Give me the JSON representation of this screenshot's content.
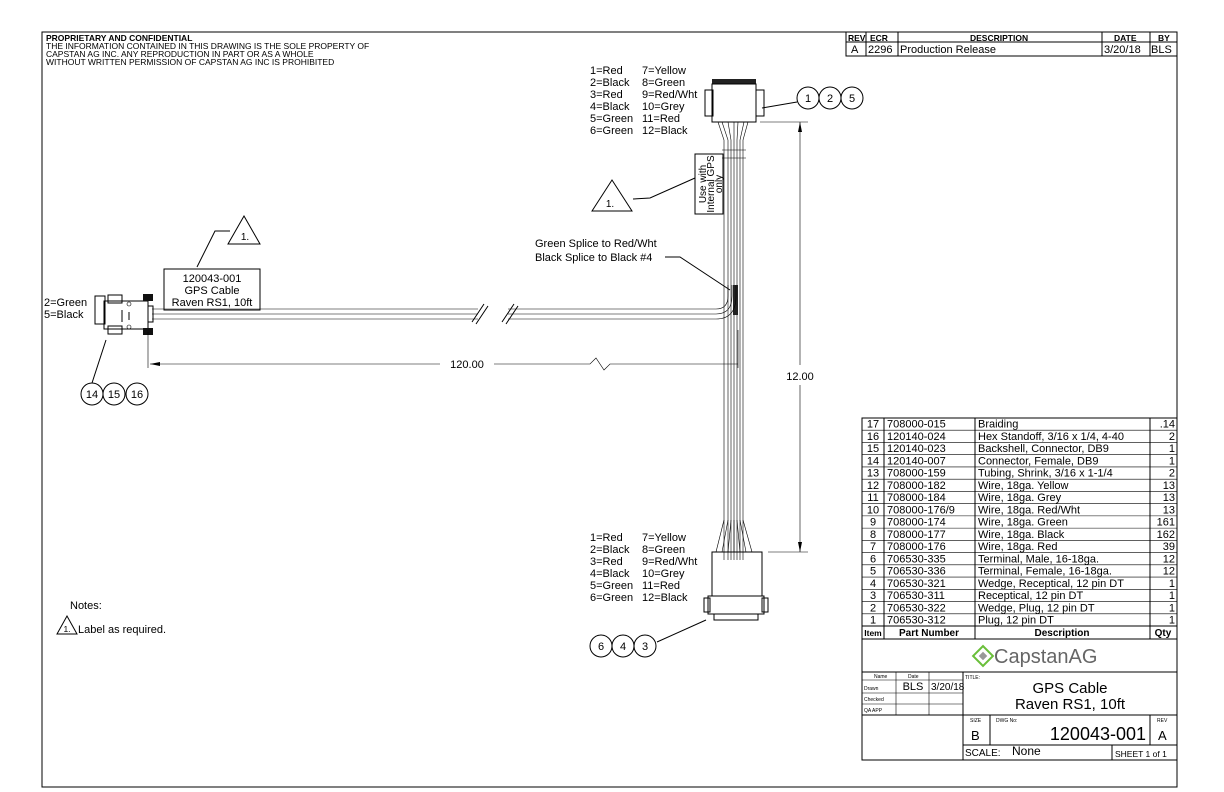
{
  "header": {
    "title": "PROPRIETARY AND CONFIDENTIAL",
    "lines": [
      "THE INFORMATION CONTAINED IN THIS DRAWING IS THE SOLE PROPERTY OF",
      "CAPSTAN AG INC. ANY REPRODUCTION IN PART OR AS A WHOLE",
      "WITHOUT WRITTEN PERMISSION OF CAPSTAN AG INC IS PROHIBITED"
    ]
  },
  "revision": {
    "headers": [
      "REV",
      "ECR",
      "DESCRIPTION",
      "DATE",
      "BY"
    ],
    "rows": [
      [
        "A",
        "2296",
        "Production Release",
        "3/20/18",
        "BLS"
      ]
    ]
  },
  "top_connector": {
    "pins_left": [
      "1=Red",
      "2=Black",
      "3=Red",
      "4=Black",
      "5=Green",
      "6=Green"
    ],
    "pins_right": [
      "7=Yellow",
      "8=Green",
      "9=Red/Wht",
      "10=Grey",
      "11=Red",
      "12=Black"
    ],
    "balloons": [
      "1",
      "2",
      "5"
    ]
  },
  "bottom_connector": {
    "pins_left": [
      "1=Red",
      "2=Black",
      "3=Red",
      "4=Black",
      "5=Green",
      "6=Green"
    ],
    "pins_right": [
      "7=Yellow",
      "8=Green",
      "9=Red/Wht",
      "10=Grey",
      "11=Red",
      "12=Black"
    ],
    "balloons": [
      "6",
      "4",
      "3"
    ]
  },
  "db9": {
    "pins": [
      "2=Green",
      "5=Black"
    ],
    "balloons": [
      "14",
      "15",
      "16"
    ]
  },
  "label_box": [
    "120043-001",
    "GPS Cable",
    "Raven RS1, 10ft"
  ],
  "gps_label": [
    "Use with",
    "Internal GPS",
    "only"
  ],
  "note_flag": "1.",
  "splice_notes": [
    "Green Splice to Red/Wht",
    "Black Splice to Black #4"
  ],
  "dimensions": {
    "horizontal": "120.00",
    "vertical": "12.00"
  },
  "notes": {
    "title": "Notes:",
    "items": [
      "Label as required."
    ]
  },
  "bom": {
    "headers": [
      "Item",
      "Part Number",
      "Description",
      "Qty"
    ],
    "rows": [
      [
        "17",
        "708000-015",
        "Braiding",
        ".14"
      ],
      [
        "16",
        "120140-024",
        "Hex Standoff, 3/16 x 1/4, 4-40",
        "2"
      ],
      [
        "15",
        "120140-023",
        "Backshell, Connector, DB9",
        "1"
      ],
      [
        "14",
        "120140-007",
        "Connector, Female, DB9",
        "1"
      ],
      [
        "13",
        "708000-159",
        "Tubing, Shrink, 3/16 x 1-1/4",
        "2"
      ],
      [
        "12",
        "708000-182",
        "Wire, 18ga. Yellow",
        "13"
      ],
      [
        "11",
        "708000-184",
        "Wire, 18ga. Grey",
        "13"
      ],
      [
        "10",
        "708000-176/9",
        "Wire, 18ga. Red/Wht",
        "13"
      ],
      [
        "9",
        "708000-174",
        "Wire, 18ga. Green",
        "161"
      ],
      [
        "8",
        "708000-177",
        "Wire, 18ga. Black",
        "162"
      ],
      [
        "7",
        "708000-176",
        "Wire, 18ga. Red",
        "39"
      ],
      [
        "6",
        "706530-335",
        "Terminal, Male, 16-18ga.",
        "12"
      ],
      [
        "5",
        "706530-336",
        "Terminal, Female, 16-18ga.",
        "12"
      ],
      [
        "4",
        "706530-321",
        "Wedge, Receptical, 12 pin DT",
        "1"
      ],
      [
        "3",
        "706530-311",
        "Receptical, 12 pin DT",
        "1"
      ],
      [
        "2",
        "706530-322",
        "Wedge, Plug, 12 pin DT",
        "1"
      ],
      [
        "1",
        "706530-312",
        "Plug, 12 pin DT",
        "1"
      ]
    ]
  },
  "title_block": {
    "logo": "CapstanAG",
    "logo_color": "#6abf3a",
    "name_label": "Name",
    "date_label": "Date",
    "drawn_label": "Drawn",
    "checked_label": "Checked",
    "qa_label": "QA APP",
    "drawn_name": "BLS",
    "drawn_date": "3/20/18",
    "title_label": "TITLE:",
    "title_lines": [
      "GPS Cable",
      "Raven RS1, 10ft"
    ],
    "size_label": "SIZE",
    "size": "B",
    "dwg_label": "DWG No:",
    "dwg_no": "120043-001",
    "rev_label": "REV",
    "rev": "A",
    "scale_label": "SCALE:",
    "scale": "None",
    "sheet": "SHEET 1 of 1"
  }
}
